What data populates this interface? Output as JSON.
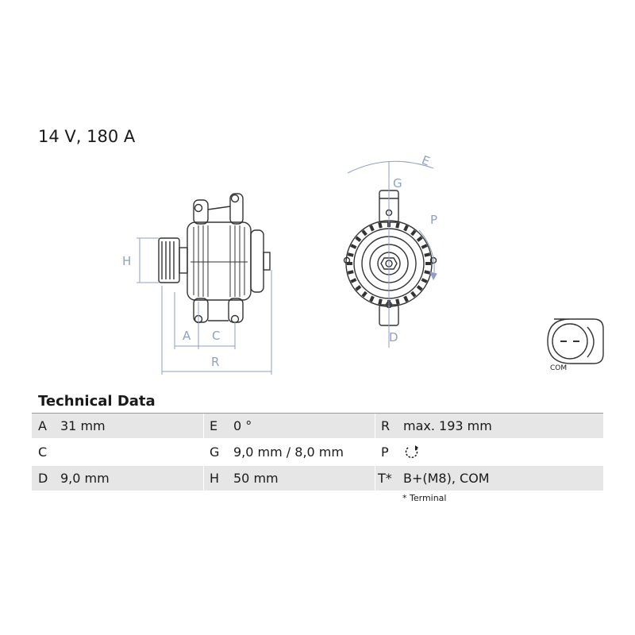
{
  "heading": "14 V, 180 A",
  "drawing_labels": {
    "H": "H",
    "A": "A",
    "C": "C",
    "R": "R",
    "G": "G",
    "E": "E",
    "P": "P",
    "D": "D",
    "com": "COM"
  },
  "section_title": "Technical Data",
  "rows": [
    {
      "c1_label": "A",
      "c1_value": "31 mm",
      "c2_label": "E",
      "c2_value": "0 °",
      "c3_label": "R",
      "c3_value": "max. 193 mm"
    },
    {
      "c1_label": "C",
      "c1_value": "",
      "c2_label": "G",
      "c2_value": "9,0 mm / 8,0 mm",
      "c3_label": "P",
      "c3_value": ""
    },
    {
      "c1_label": "D",
      "c1_value": "9,0 mm",
      "c2_label": "H",
      "c2_value": "50 mm",
      "c3_label": "T*",
      "c3_value": "B+(M8), COM"
    }
  ],
  "footnote": "* Terminal",
  "icons": {
    "rotation": "rotation-direction-icon"
  }
}
